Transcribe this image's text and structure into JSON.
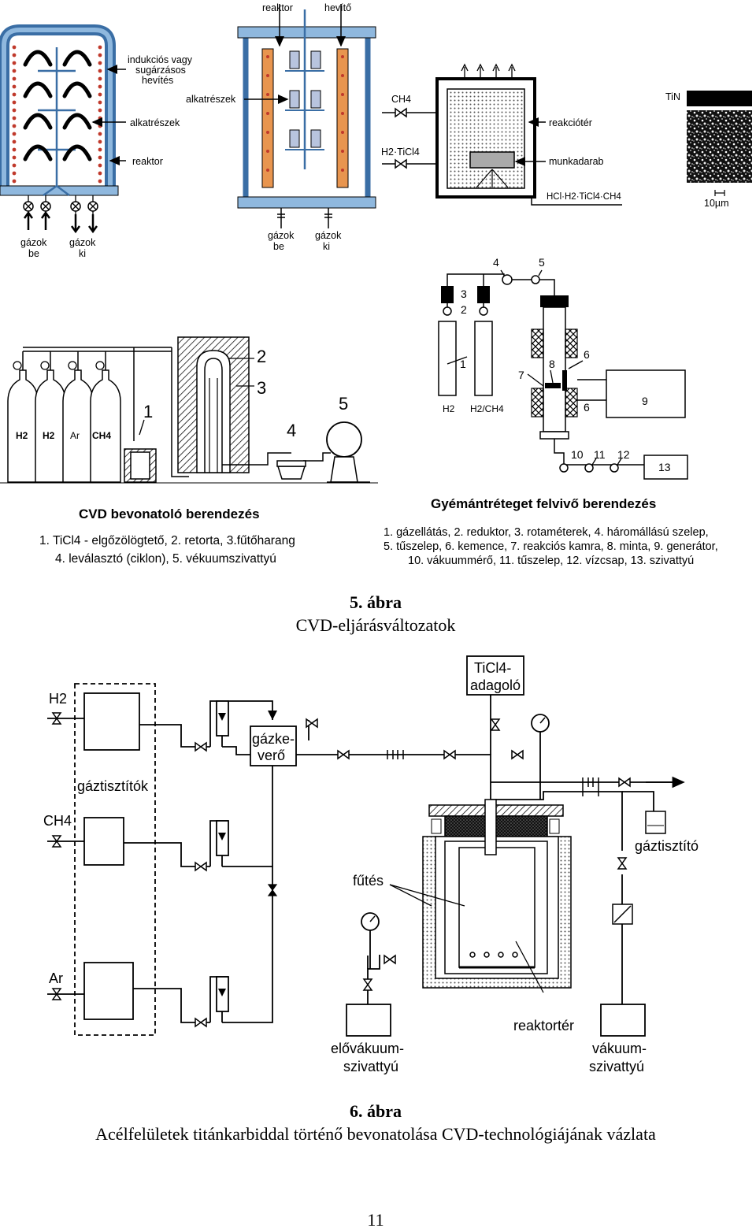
{
  "fig5": {
    "panel_a": {
      "label_induction": [
        "indukciós vagy",
        "sugárzásos",
        "hevítés"
      ],
      "label_parts": "alkatrészek",
      "label_reactor": "reaktor",
      "label_gas_in": [
        "gázok",
        "be"
      ],
      "label_gas_out": [
        "gázok",
        "ki"
      ]
    },
    "panel_b": {
      "label_reactor": "reaktor",
      "label_heater": "hevítő",
      "label_parts": "alkatrészek",
      "label_gas_in": [
        "gázok",
        "be"
      ],
      "label_gas_out": [
        "gázok",
        "ki"
      ]
    },
    "panel_c": {
      "label_ch4": "CH4",
      "label_h2ticl4": "H2·TiCl4",
      "label_reaction_space": "reakciótér",
      "label_workpiece": "munkadarab",
      "label_exhaust": "HCl·H2·TiCl4·CH4"
    },
    "panel_d": {
      "label_tin": "TiN",
      "label_scale": "10µm"
    },
    "cvd": {
      "title": "CVD bevonatoló berendezés",
      "caption_line1": "1. TiCl4 - elgőzölögtető, 2. retorta, 3.fűtőharang",
      "caption_line2": "4. leválasztó (ciklon), 5. vékuumszivattyú",
      "bottles": [
        "H2",
        "H2",
        "Ar",
        "CH4"
      ],
      "numbers": [
        "1",
        "2",
        "3",
        "4",
        "5"
      ]
    },
    "diamond": {
      "title": "Gyémántréteget felvivő berendezés",
      "caption_line1": "1. gázellátás, 2. reduktor, 3. rotaméterek, 4. háromállású szelep,",
      "caption_line2": "5. tűszelep, 6. kemence, 7. reakciós kamra, 8. minta, 9. generátor,",
      "caption_line3": "10. vákuummérő, 11. tűszelep, 12. vízcsap, 13. szivattyú",
      "bottles": [
        "H2",
        "H2/CH4"
      ],
      "numbers": [
        "1",
        "2",
        "3",
        "4",
        "5",
        "6",
        "6",
        "7",
        "8",
        "9",
        "10",
        "11",
        "12",
        "13"
      ]
    },
    "figure_number": "5. ábra",
    "figure_title": "CVD-eljárásváltozatok"
  },
  "fig6": {
    "gases": [
      "H2",
      "CH4",
      "Ar"
    ],
    "label_purifiers": "gáztisztítók",
    "label_mixer": [
      "gázke-",
      "verő"
    ],
    "label_ticl4": [
      "TiCl4-",
      "adagoló"
    ],
    "label_heating": "fűtés",
    "label_purifier_right": "gáztisztító",
    "label_reactor_space": "reaktortér",
    "label_prevacuum": [
      "elővákuum-",
      "szivattyú"
    ],
    "label_vacuum": [
      "vákuum-",
      "szivattyú"
    ],
    "figure_number": "6. ábra",
    "figure_title": "Acélfelületek titánkarbiddal történő bevonatolása CVD-technológiájának vázlata"
  },
  "page_number": "11"
}
